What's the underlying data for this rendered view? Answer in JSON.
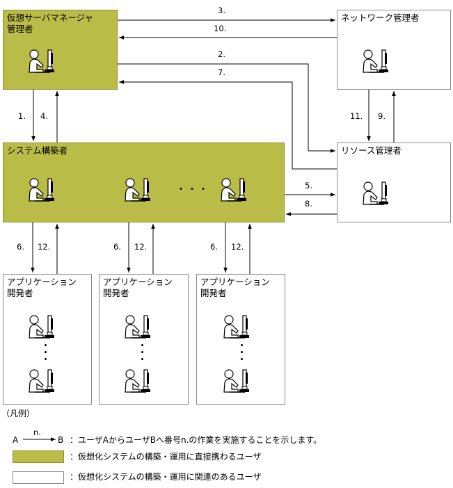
{
  "actors": {
    "virtual_server_manager": {
      "name": "仮想サーバマネージャ\n管理者"
    },
    "network_admin": {
      "name": "ネットワーク管理者"
    },
    "system_builder": {
      "name": "システム構築者"
    },
    "resource_admin": {
      "name": "リソース管理者"
    },
    "app_developers": [
      {
        "name": "アプリケーション\n開発者"
      },
      {
        "name": "アプリケーション\n開発者"
      },
      {
        "name": "アプリケーション\n開発者"
      }
    ]
  },
  "flows": {
    "f1": "1.",
    "f2": "2.",
    "f3": "3.",
    "f4": "4.",
    "f5": "5.",
    "f6": "6.",
    "f7": "7.",
    "f8": "8.",
    "f9": "9.",
    "f10": "10.",
    "f11": "11.",
    "f12": "12."
  },
  "ellipsis": "・・・",
  "legend": {
    "title": "（凡例）",
    "arrow_a": "A",
    "arrow_b": "B",
    "arrow_n": "n.",
    "arrow_desc": "：ユーザAからユーザBへ番号n.の作業を実施することを示します。",
    "direct_desc": "：仮想化システムの構築・運用に直接携わるユーザ",
    "related_desc": "：仮想化システムの構築・運用に関連のあるユーザ"
  },
  "colors": {
    "direct_user": "#b9bc46",
    "related_user": "#ffffff",
    "arrow": "#000000"
  }
}
